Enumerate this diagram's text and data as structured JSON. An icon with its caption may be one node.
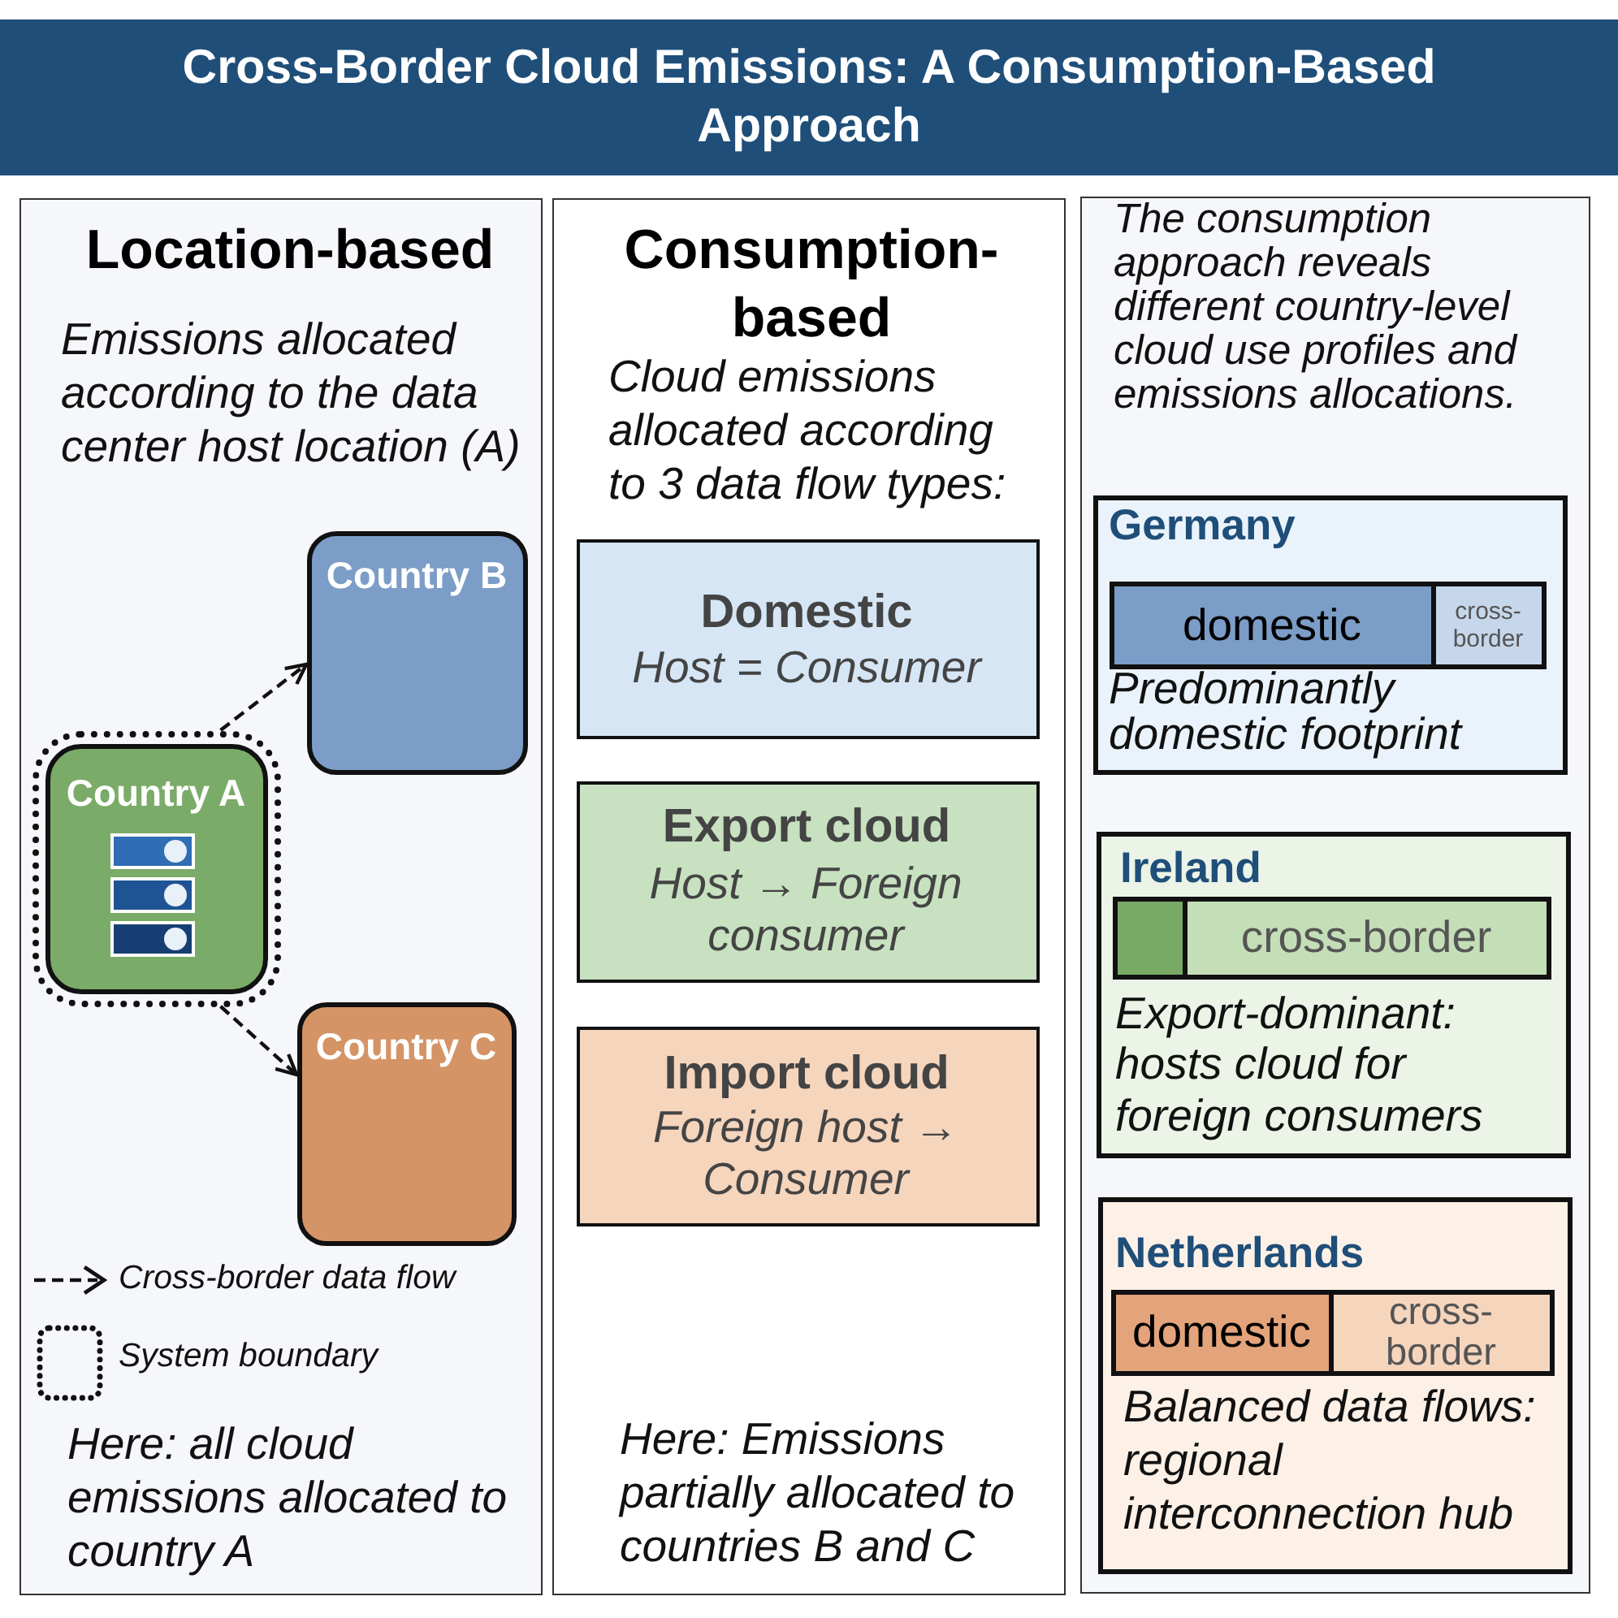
{
  "diagram": {
    "title": "Cross-Border Cloud Emissions: A Consumption-Based Approach",
    "nodes": [
      {
        "text": [
          "Location-based",
          "Emissions allocated according to the data center host location (A)",
          "Here: all cloud emissions allocated to country A"
        ]
      },
      {
        "text": [],
        "shape": "box",
        "in": 0
      },
      {
        "text": [
          "Country A"
        ],
        "in": 1
      },
      {
        "text": [
          "Country B"
        ],
        "in": 0
      },
      {
        "text": [
          "Country C"
        ],
        "in": 0
      },
      {
        "text": [
          "Consumption-based",
          "Cloud emissions allocated according to 3 data flow types:",
          "Here: Emissions partially allocated to countries B and C"
        ]
      },
      {
        "text": [
          "Domestic",
          "Host = Consumer"
        ],
        "in": 5
      },
      {
        "text": [
          "Export cloud",
          "Host → Foreign consumer"
        ],
        "in": 5
      },
      {
        "text": [
          "Import cloud",
          "Foreign host → Consumer"
        ],
        "in": 5
      },
      {
        "text": [
          "The consumption approach reveals different country-level cloud use profiles and emissions allocations."
        ]
      },
      {
        "text": [
          "Germany",
          "Predominantly domestic footprint"
        ],
        "in": 9
      },
      {
        "text": [
          "domestic"
        ],
        "in": 10
      },
      {
        "text": [
          "cross-border"
        ],
        "in": 10
      },
      {
        "text": [
          "Ireland",
          "Export-dominant: hosts cloud for foreign consumers"
        ],
        "in": 9
      },
      {
        "text": [],
        "shape": "bar",
        "in": 13
      },
      {
        "text": [
          "cross-border"
        ],
        "in": 13
      },
      {
        "text": [
          "Netherlands",
          "Balanced data flows: regional interconnection hub"
        ],
        "in": 9
      },
      {
        "text": [
          "domestic"
        ],
        "in": 16
      },
      {
        "text": [
          "cross-border"
        ],
        "in": 16
      }
    ],
    "edges": [
      {
        "from": 1,
        "to": 3,
        "arrow": "to",
        "style": "dashed"
      },
      {
        "from": 1,
        "to": 4,
        "arrow": "to",
        "style": "dashed"
      }
    ],
    "legend": [
      {
        "text": "Cross-border data flow"
      },
      {
        "text": "System boundary"
      }
    ]
  }
}
